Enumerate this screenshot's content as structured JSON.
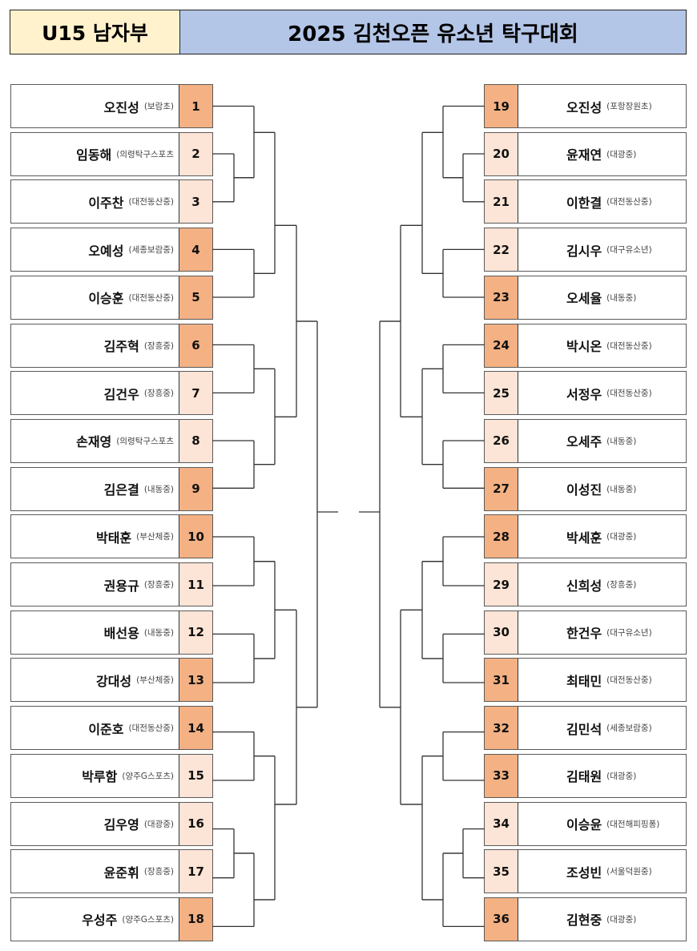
{
  "header": {
    "category": "U15 남자부",
    "title": "2025 김천오픈 유소년 탁구대회"
  },
  "colors": {
    "category_bg": "#FFF2CC",
    "title_bg": "#B4C6E7",
    "seed_dark": "#F4B183",
    "seed_light": "#FCE4D6",
    "line": "#333333"
  },
  "left": [
    {
      "seed": "1",
      "name": "오진성",
      "school": "(보람초)",
      "tone": "dark"
    },
    {
      "seed": "2",
      "name": "임동해",
      "school": "(의령탁구스포츠",
      "tone": "light"
    },
    {
      "seed": "3",
      "name": "이주찬",
      "school": "(대전동산중)",
      "tone": "light"
    },
    {
      "seed": "4",
      "name": "오예성",
      "school": "(세종보람중)",
      "tone": "dark"
    },
    {
      "seed": "5",
      "name": "이승훈",
      "school": "(대전동산중)",
      "tone": "dark"
    },
    {
      "seed": "6",
      "name": "김주혁",
      "school": "(장흥중)",
      "tone": "dark"
    },
    {
      "seed": "7",
      "name": "김건우",
      "school": "(장흥중)",
      "tone": "light"
    },
    {
      "seed": "8",
      "name": "손재영",
      "school": "(의령탁구스포츠",
      "tone": "light"
    },
    {
      "seed": "9",
      "name": "김은결",
      "school": "(내동중)",
      "tone": "dark"
    },
    {
      "seed": "10",
      "name": "박태훈",
      "school": "(부산체중)",
      "tone": "dark"
    },
    {
      "seed": "11",
      "name": "권용규",
      "school": "(장흥중)",
      "tone": "light"
    },
    {
      "seed": "12",
      "name": "배선용",
      "school": "(내동중)",
      "tone": "light"
    },
    {
      "seed": "13",
      "name": "강대성",
      "school": "(부산체중)",
      "tone": "dark"
    },
    {
      "seed": "14",
      "name": "이준호",
      "school": "(대전동산중)",
      "tone": "dark"
    },
    {
      "seed": "15",
      "name": "박루함",
      "school": "(양주G스포츠)",
      "tone": "light"
    },
    {
      "seed": "16",
      "name": "김우영",
      "school": "(대광중)",
      "tone": "light"
    },
    {
      "seed": "17",
      "name": "윤준휘",
      "school": "(장흥중)",
      "tone": "light"
    },
    {
      "seed": "18",
      "name": "우성주",
      "school": "(양주G스포츠)",
      "tone": "dark"
    }
  ],
  "right": [
    {
      "seed": "19",
      "name": "오진성",
      "school": "(포항장원초)",
      "tone": "dark"
    },
    {
      "seed": "20",
      "name": "윤재연",
      "school": "(대광중)",
      "tone": "light"
    },
    {
      "seed": "21",
      "name": "이한결",
      "school": "(대전동산중)",
      "tone": "light"
    },
    {
      "seed": "22",
      "name": "김시우",
      "school": "(대구유소년)",
      "tone": "light"
    },
    {
      "seed": "23",
      "name": "오세율",
      "school": "(내동중)",
      "tone": "dark"
    },
    {
      "seed": "24",
      "name": "박시온",
      "school": "(대전동산중)",
      "tone": "dark"
    },
    {
      "seed": "25",
      "name": "서정우",
      "school": "(대전동산중)",
      "tone": "light"
    },
    {
      "seed": "26",
      "name": "오세주",
      "school": "(내동중)",
      "tone": "light"
    },
    {
      "seed": "27",
      "name": "이성진",
      "school": "(내동중)",
      "tone": "dark"
    },
    {
      "seed": "28",
      "name": "박세훈",
      "school": "(대광중)",
      "tone": "dark"
    },
    {
      "seed": "29",
      "name": "신희성",
      "school": "(장흥중)",
      "tone": "light"
    },
    {
      "seed": "30",
      "name": "한건우",
      "school": "(대구유소년)",
      "tone": "light"
    },
    {
      "seed": "31",
      "name": "최태민",
      "school": "(대전동산중)",
      "tone": "dark"
    },
    {
      "seed": "32",
      "name": "김민석",
      "school": "(세종보람중)",
      "tone": "dark"
    },
    {
      "seed": "33",
      "name": "김태원",
      "school": "(대광중)",
      "tone": "dark"
    },
    {
      "seed": "34",
      "name": "이승윤",
      "school": "(대전해피핑퐁)",
      "tone": "light"
    },
    {
      "seed": "35",
      "name": "조성빈",
      "school": "(서울덕원중)",
      "tone": "light"
    },
    {
      "seed": "36",
      "name": "김현중",
      "school": "(대광중)",
      "tone": "dark"
    }
  ]
}
